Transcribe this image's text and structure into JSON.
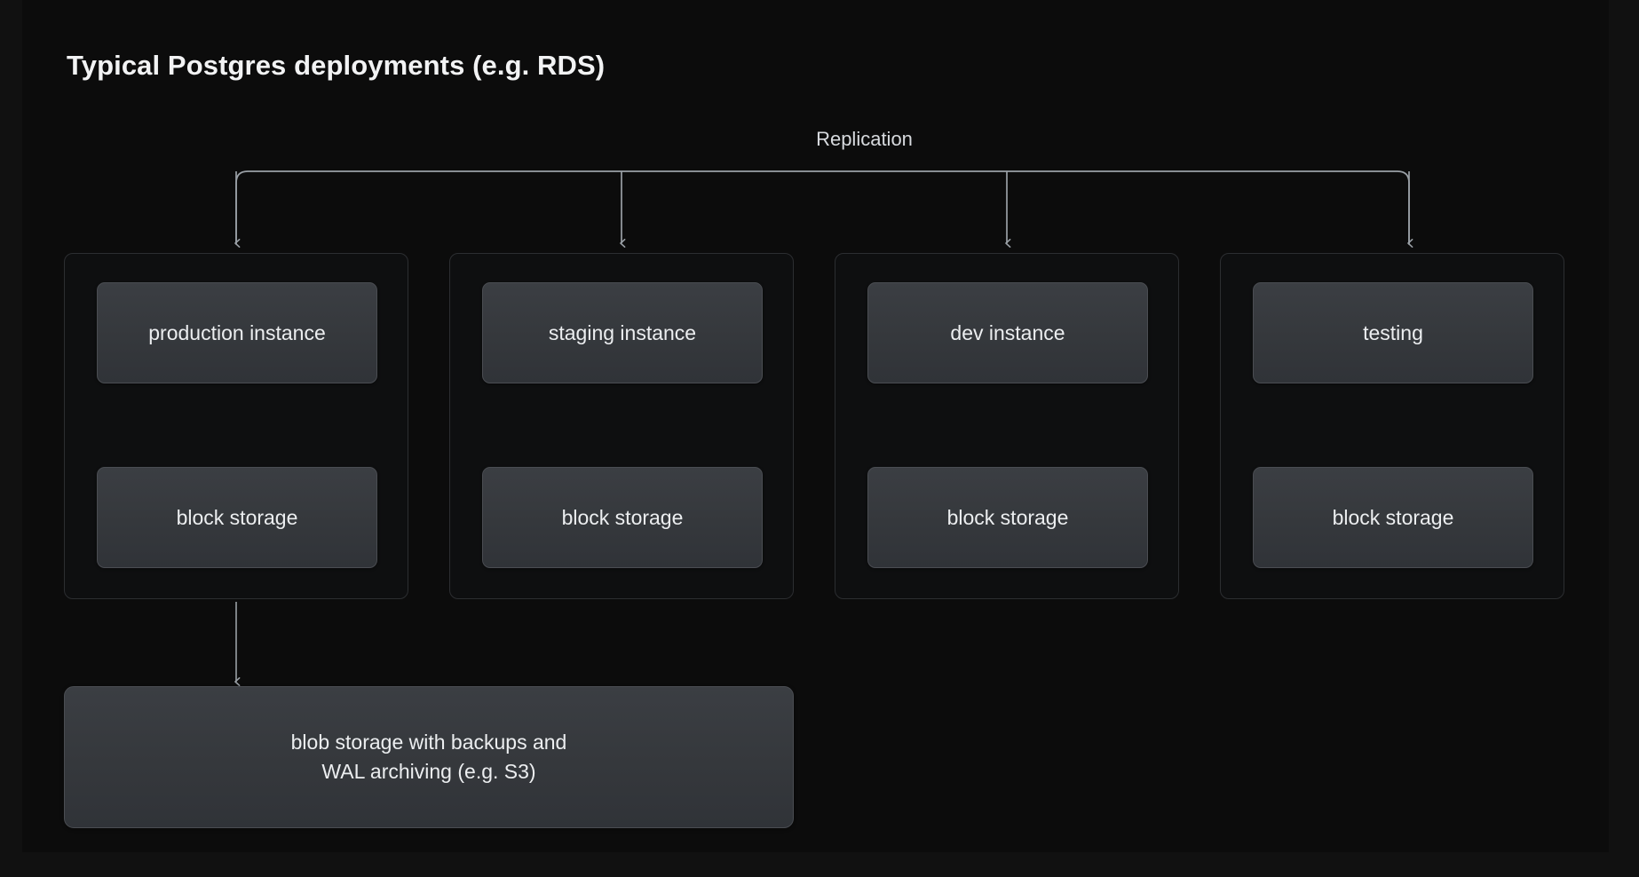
{
  "page": {
    "title": "Typical Postgres deployments (e.g. RDS)",
    "background": "#0c0c0c",
    "frame_background": "#111111",
    "text_color": "#eceef0",
    "connector_color": "#9aa0a6",
    "card_border_color": "#2c2e31",
    "node_fill": "#35383c"
  },
  "diagram": {
    "type": "architecture-diagram",
    "replication_label": "Replication",
    "groups": [
      {
        "id": "production",
        "instance_label": "production instance",
        "storage_label": "block storage",
        "link": "bidirectional"
      },
      {
        "id": "staging",
        "instance_label": "staging instance",
        "storage_label": "block storage",
        "link": "bidirectional"
      },
      {
        "id": "dev",
        "instance_label": "dev instance",
        "storage_label": "block storage",
        "link": "bidirectional"
      },
      {
        "id": "testing",
        "instance_label": "testing",
        "storage_label": "block storage",
        "link": "bidirectional"
      }
    ],
    "blob_storage": {
      "line1": "blob storage with backups and",
      "line2": "WAL archiving (e.g. S3)"
    },
    "edges": [
      {
        "from": "replication-bus",
        "to": "production",
        "style": "arrow-down"
      },
      {
        "from": "replication-bus",
        "to": "staging",
        "style": "arrow-down"
      },
      {
        "from": "replication-bus",
        "to": "dev",
        "style": "arrow-down"
      },
      {
        "from": "replication-bus",
        "to": "testing",
        "style": "arrow-down"
      },
      {
        "from": "production",
        "to": "blob-storage",
        "style": "arrow-down"
      }
    ]
  }
}
